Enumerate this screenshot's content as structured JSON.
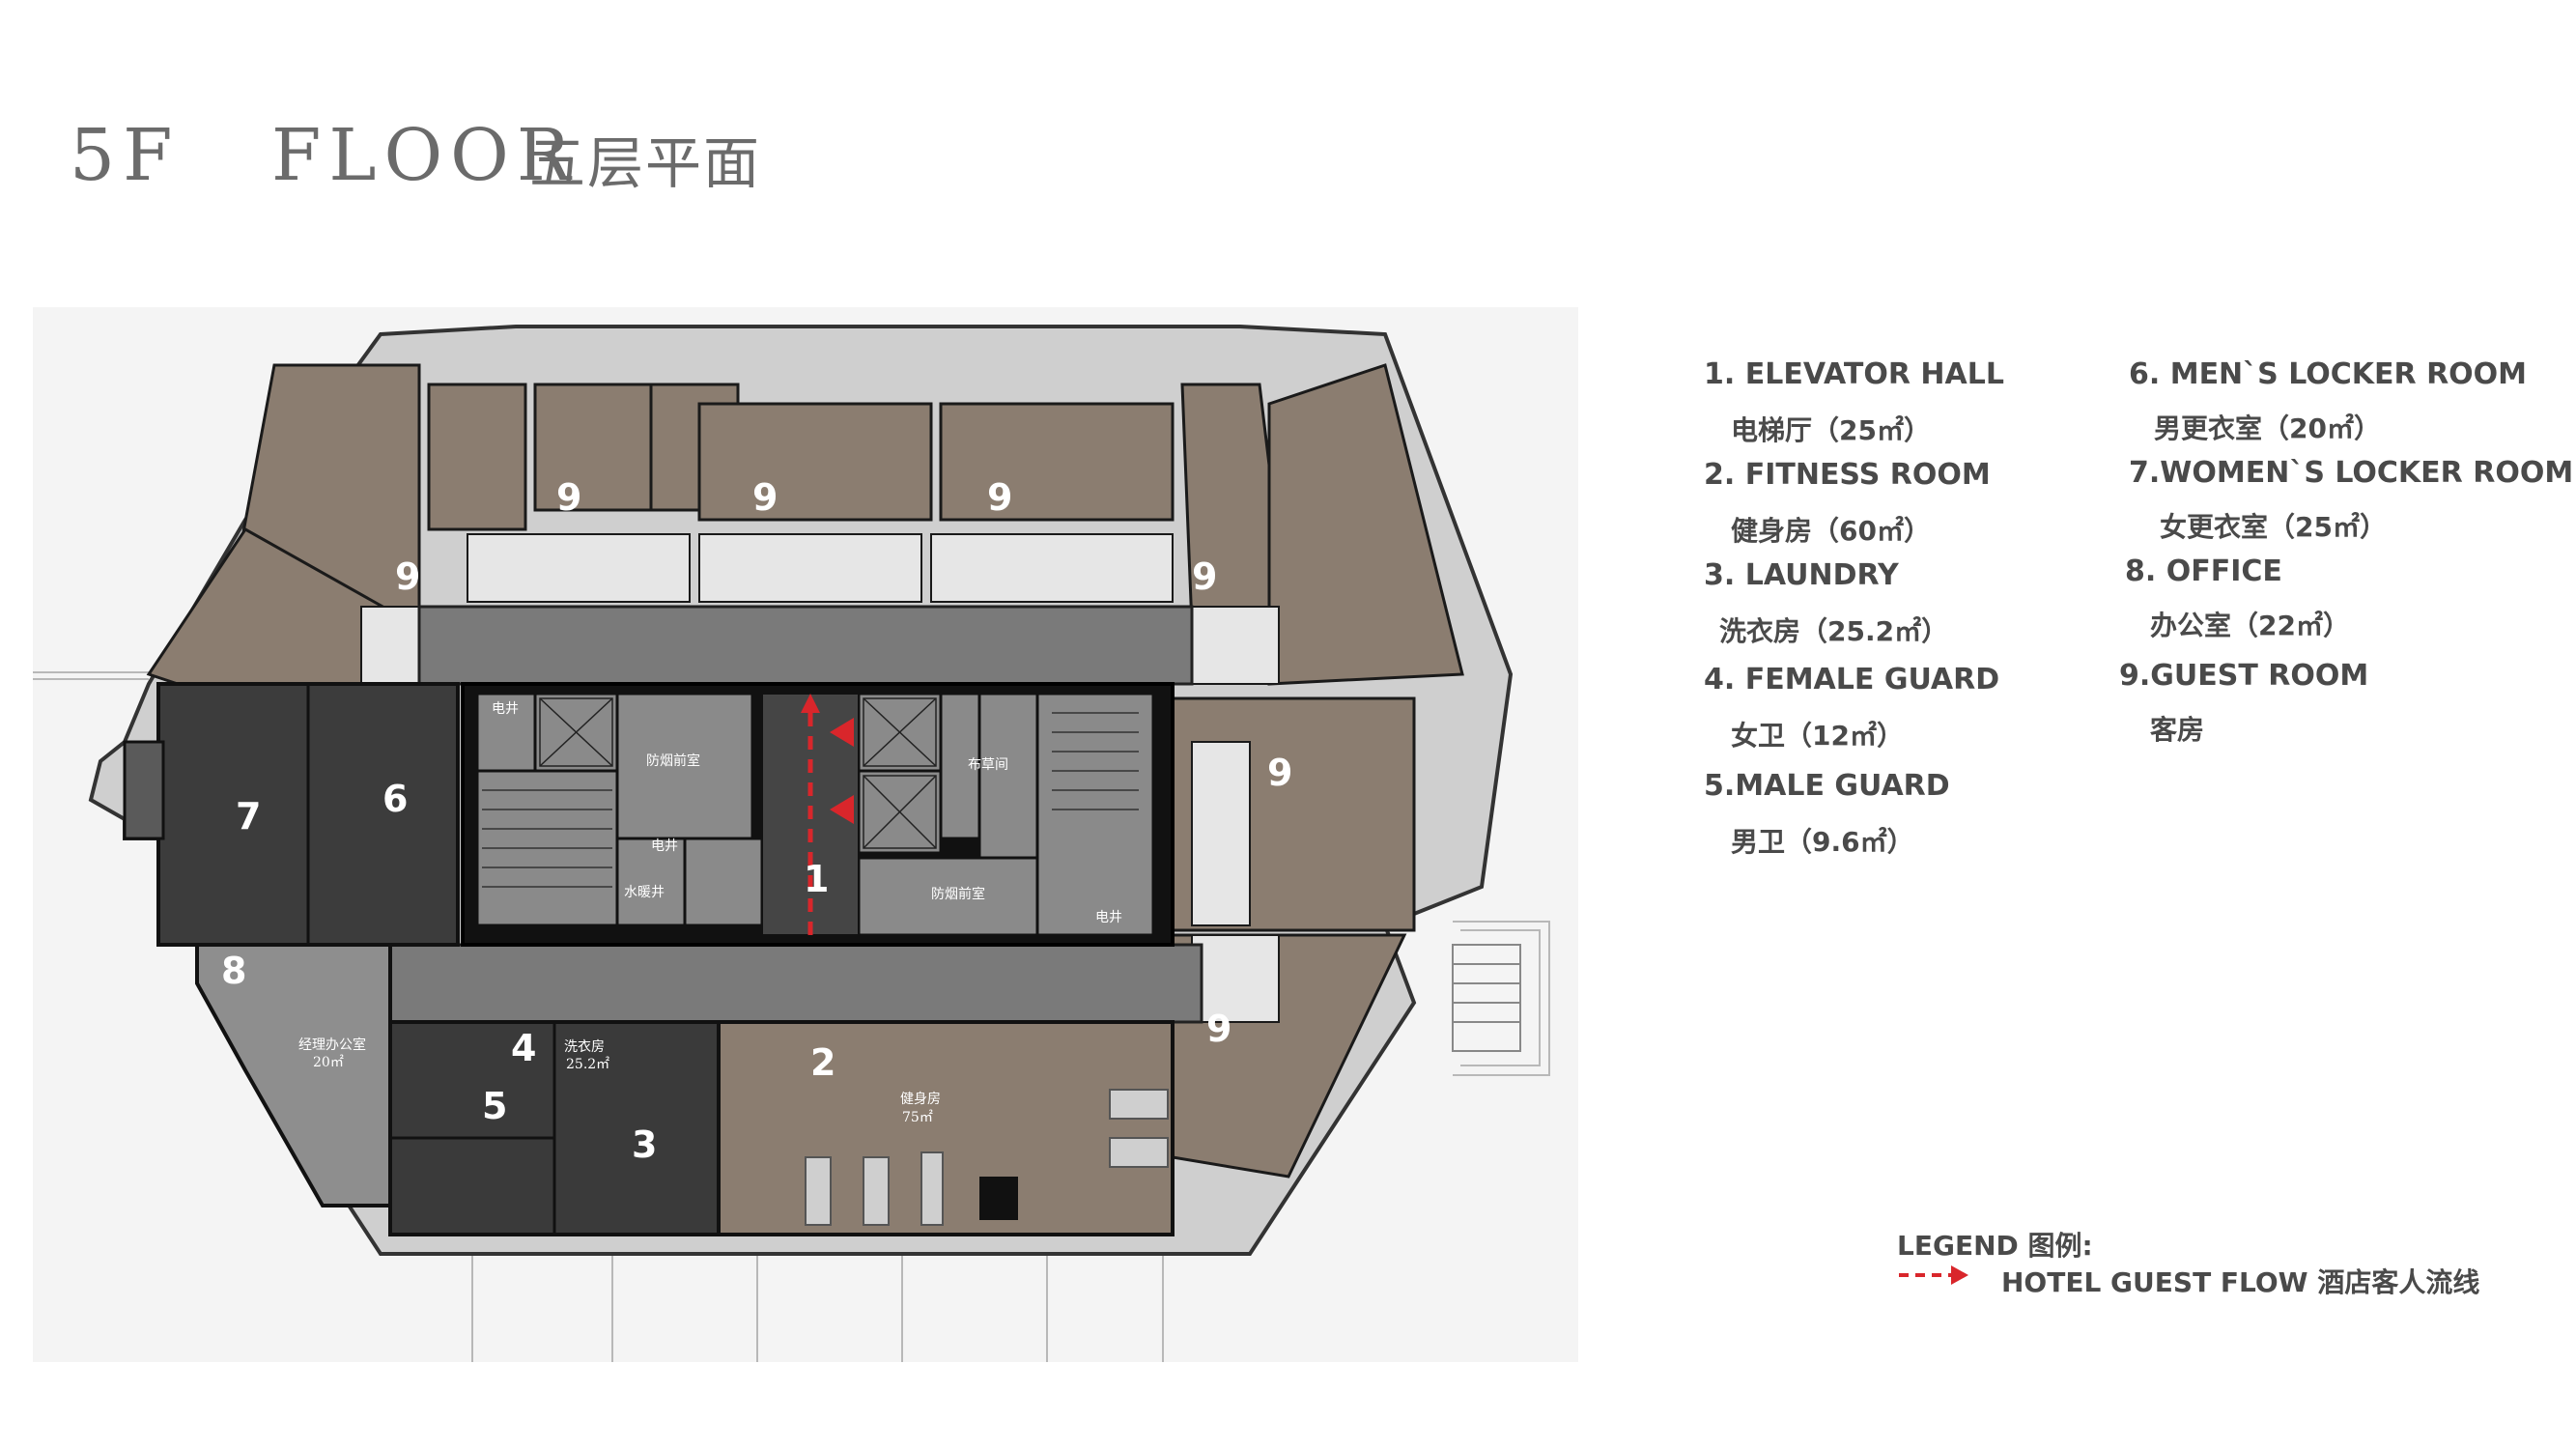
{
  "title": {
    "en": "5F   FLOOR",
    "cn": "五层平面"
  },
  "legend_items": [
    {
      "en": "1. ELEVATOR HALL",
      "cn": "电梯厅（25㎡）"
    },
    {
      "en": "2. FITNESS ROOM",
      "cn": "健身房（60㎡）"
    },
    {
      "en": "3. LAUNDRY",
      "cn": "洗衣房（25.2㎡）"
    },
    {
      "en": "4. FEMALE GUARD",
      "cn": "女卫（12㎡）"
    },
    {
      "en": "5.MALE GUARD",
      "cn": "男卫（9.6㎡）"
    },
    {
      "en": "6. MEN`S LOCKER ROOM",
      "cn": "男更衣室（20㎡）"
    },
    {
      "en": "7.WOMEN`S LOCKER ROOM",
      "cn": "女更衣室（25㎡）"
    },
    {
      "en": "8. OFFICE",
      "cn": "办公室（22㎡）"
    },
    {
      "en": "9.GUEST ROOM",
      "cn": "客房"
    }
  ],
  "flow_legend": {
    "title": "LEGEND 图例:",
    "label": "HOTEL GUEST FLOW 酒店客人流线",
    "color": "#d9262b"
  },
  "plan_labels": {
    "num1": "1",
    "num2": "2",
    "num3": "3",
    "num4": "4",
    "num5": "5",
    "num6": "6",
    "num7": "7",
    "num8": "8",
    "num9": "9",
    "smoke_front_1": "防烟前室",
    "smoke_front_2": "防烟前室",
    "elec_shaft_1": "电井",
    "elec_shaft_2": "电井",
    "elec_shaft_3": "电井",
    "water_shaft": "水暖井",
    "linen_room": "布草间",
    "gym_label": "健身房",
    "gym_area": "75㎡",
    "office_label": "经理办公室",
    "office_area": "20㎡",
    "laundry_label": "洗衣房",
    "laundry_area": "25.2㎡"
  },
  "colors": {
    "floor_dark": "#4a4a4a",
    "floor_wood": "#8b7d70",
    "wall": "#1a1a1a",
    "corridor": "#7a7a7a",
    "flow": "#d9262b"
  }
}
